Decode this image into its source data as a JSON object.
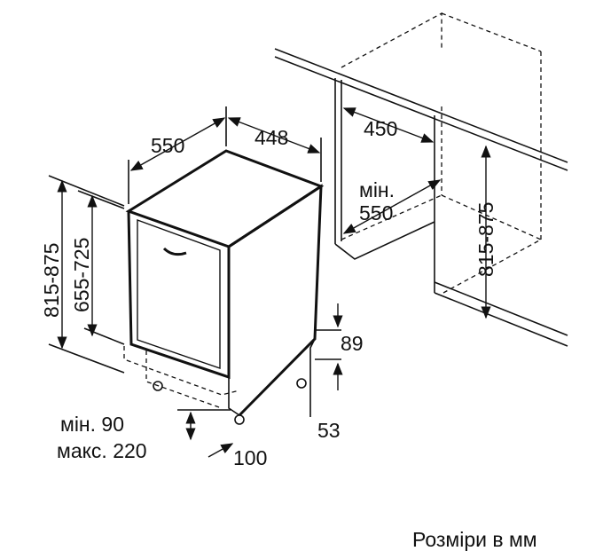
{
  "labels": {
    "depth": "550",
    "width": "448",
    "niche_depth": "450",
    "niche_min_label": "мін.",
    "niche_min_value": "550",
    "height_left": "815-875",
    "height_front": "655-725",
    "height_right": "815-875",
    "plinth_89": "89",
    "plinth_53": "53",
    "plinth_min": "мін. 90",
    "plinth_max": "макс. 220",
    "plinth_100": "100"
  },
  "caption": "Розміри в мм"
}
